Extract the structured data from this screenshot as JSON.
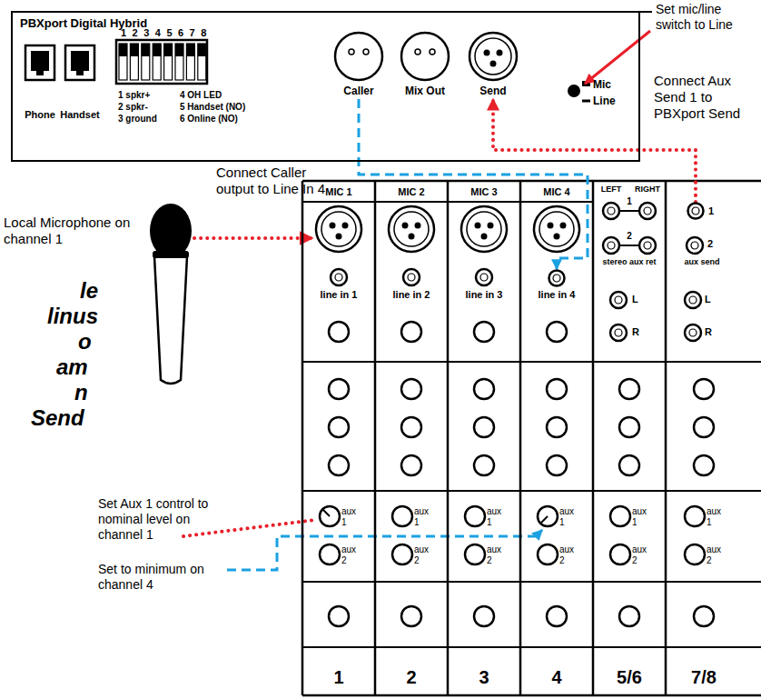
{
  "diagram": {
    "nodes": [
      {
        "text": [
          "PBXport Digital Hybrid"
        ]
      },
      {
        "text": [
          "Caller"
        ],
        "in": 0
      },
      {
        "text": [
          "Mix Out"
        ],
        "in": 0
      },
      {
        "text": [
          "Send"
        ],
        "in": 0
      },
      {
        "text": [
          "line in 4"
        ]
      },
      {
        "text": [
          "1"
        ]
      }
    ],
    "edges": [
      {
        "from": 1,
        "to": 4,
        "arrow": "to"
      },
      {
        "from": 5,
        "to": 3,
        "arrow": "to"
      }
    ],
    "labels": [
      "1",
      "2",
      "3",
      "4",
      "5",
      "6",
      "7",
      "8",
      "1 spkr+",
      "2 spkr-",
      "3 ground",
      "4 OH LED",
      "5 Handset (NO)",
      "6 Online (NO)",
      "Phone",
      "Handset",
      "Mic",
      "Line",
      "Set mic/line switch to Line",
      "Connect Aux Send 1 to PBXport Send",
      "Connect Caller output to Line In 4",
      "Local Microphone on channel 1",
      "le",
      "linus",
      "o",
      "am",
      "n",
      "Send",
      "Set Aux 1 control to nominal level on channel 1",
      "Set to minimum on channel 4",
      "MIC 1",
      "MIC 2",
      "MIC 3",
      "MIC 4",
      "LEFT",
      "RIGHT",
      "1",
      "2",
      "stereo aux ret",
      "2",
      "aux send",
      "line in 1",
      "line in 2",
      "line in 3",
      "L",
      "R",
      "L",
      "R",
      "aux 1",
      "aux 1",
      "aux 1",
      "aux 1",
      "aux 1",
      "aux 1",
      "aux 2",
      "aux 2",
      "aux 2",
      "aux 2",
      "aux 2",
      "aux 2",
      "1",
      "2",
      "3",
      "4",
      "5/6",
      "7/8"
    ]
  }
}
